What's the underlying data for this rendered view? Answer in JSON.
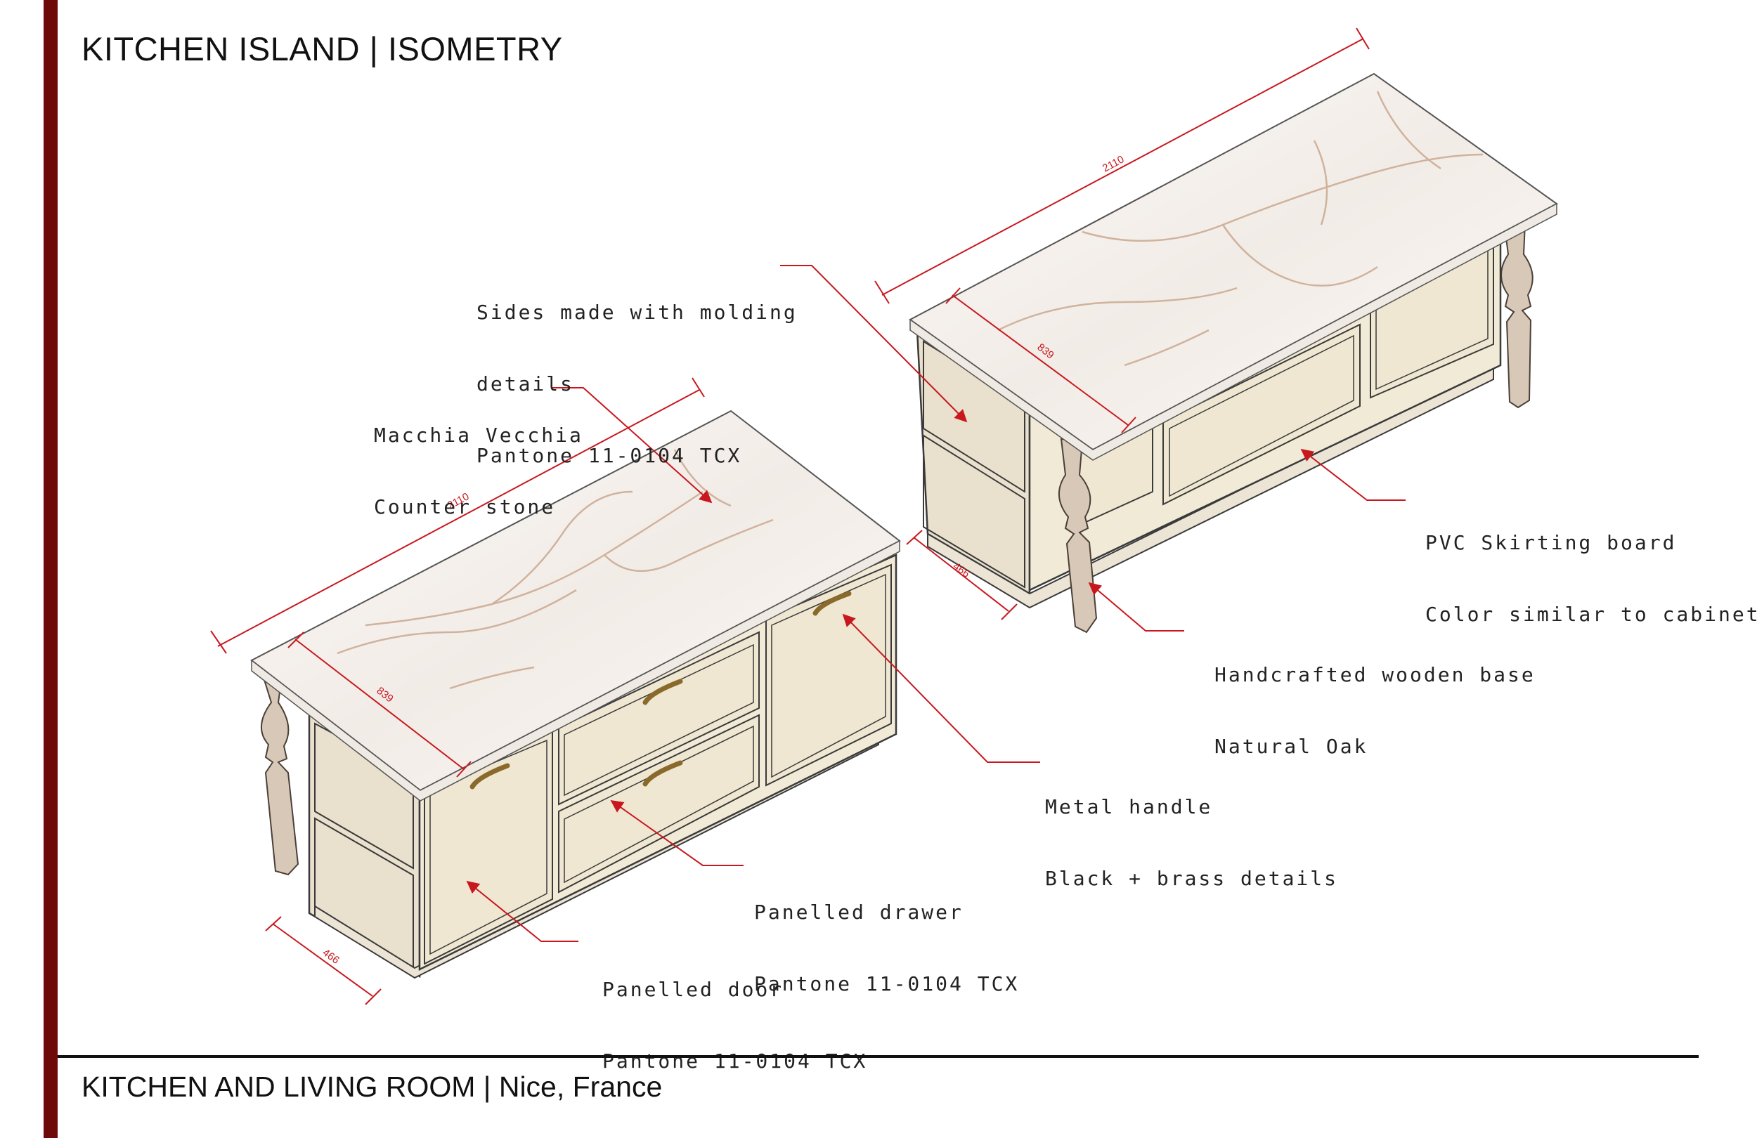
{
  "title": "KITCHEN ISLAND | ISOMETRY",
  "footer": "KITCHEN AND LIVING ROOM | Nice, France",
  "colors": {
    "frame_bar": "#6e0a0a",
    "leader": "#c8181e",
    "cabinet": "#f1ead6",
    "wood_leg": "#d8c8b8",
    "marble": "#f5f1ee",
    "handle": "#8a6a2a"
  },
  "dimensions": {
    "length": "2110",
    "top_depth": "839",
    "cabinet_depth": "466"
  },
  "annotations": {
    "sides": [
      "Sides made with molding",
      "details",
      "Pantone 11-0104 TCX"
    ],
    "stone": [
      "Macchia Vecchia",
      "Counter stone"
    ],
    "skirting": [
      "PVC Skirting board",
      "Color similar to cabinets"
    ],
    "base": [
      "Handcrafted wooden base",
      "Natural Oak"
    ],
    "handle": [
      "Metal handle",
      "Black + brass details"
    ],
    "drawer": [
      "Panelled drawer",
      "Pantone 11-0104 TCX"
    ],
    "door": [
      "Panelled door",
      "Pantone 11-0104 TCX"
    ]
  }
}
